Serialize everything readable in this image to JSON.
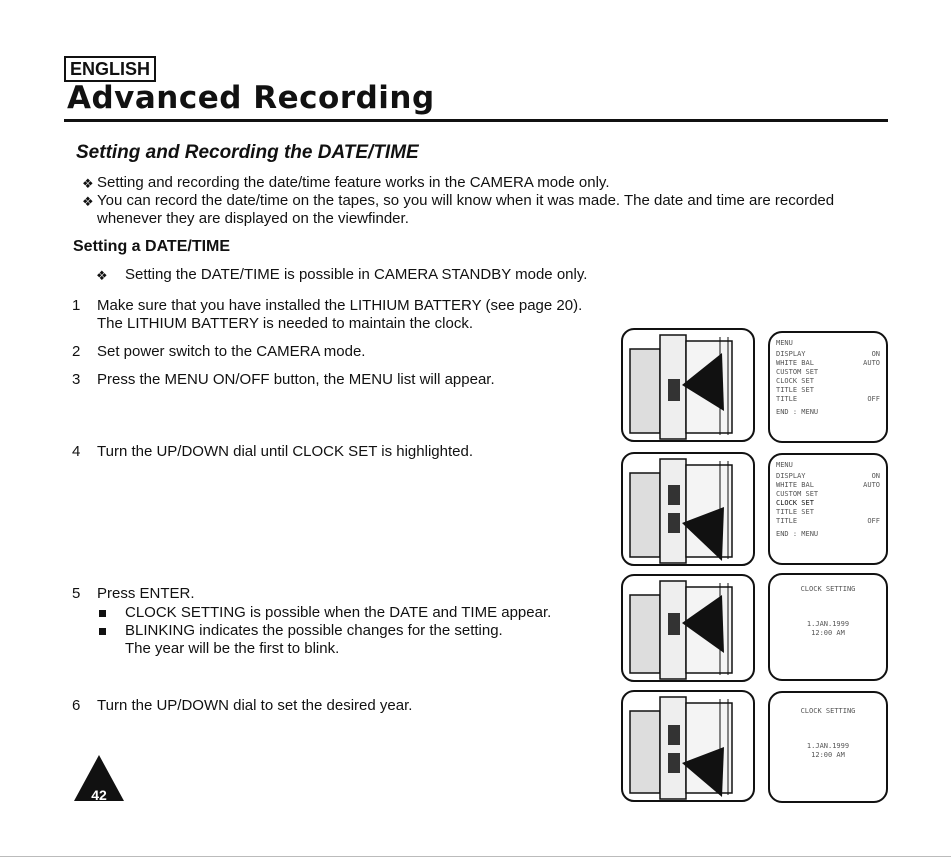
{
  "header": {
    "language": "ENGLISH",
    "title": "Advanced Recording"
  },
  "section_title": "Setting and Recording the DATE/TIME",
  "intro_bullets": [
    "Setting and recording the date/time feature works in the CAMERA mode only.",
    "You can record the date/time on the tapes, so you will know when it was made. The date and time are recorded",
    "whenever they are displayed on the viewfinder."
  ],
  "subheading": "Setting a DATE/TIME",
  "sub_bullet": "Setting the DATE/TIME is possible in CAMERA STANDBY mode only.",
  "steps": [
    {
      "num": "1",
      "lines": [
        "Make sure that you have installed the LITHIUM BATTERY (see page 20).",
        "The LITHIUM BATTERY is needed to maintain the clock."
      ]
    },
    {
      "num": "2",
      "lines": [
        "Set power switch to the CAMERA mode."
      ]
    },
    {
      "num": "3",
      "lines": [
        "Press the MENU ON/OFF button, the MENU list will appear."
      ]
    },
    {
      "num": "4",
      "lines": [
        "Turn the UP/DOWN dial until CLOCK SET is highlighted."
      ]
    },
    {
      "num": "5",
      "lines": [
        "Press ENTER."
      ]
    },
    {
      "num": "6",
      "lines": [
        "Turn the UP/DOWN dial to set the desired year."
      ]
    }
  ],
  "step5_bullets": [
    "CLOCK SETTING is possible when the DATE and TIME appear.",
    "BLINKING indicates the possible changes for the setting."
  ],
  "step5_note": "The year will be the first to blink.",
  "menu_screen": {
    "title": "MENU",
    "items": [
      {
        "label": "DISPLAY",
        "value": "ON"
      },
      {
        "label": "WHITE BAL",
        "value": "AUTO"
      },
      {
        "label": "CUSTOM SET",
        "value": ""
      },
      {
        "label": "CLOCK SET",
        "value": ""
      },
      {
        "label": "TITLE SET",
        "value": ""
      },
      {
        "label": "TITLE",
        "value": "OFF"
      }
    ],
    "footer": "END : MENU"
  },
  "clock_screens": [
    {
      "title": "CLOCK SETTING",
      "line1": "1.JAN.1999",
      "line2": "12:00 AM"
    },
    {
      "title": "CLOCK SETTING",
      "line1": "1.JAN.1999",
      "line2": "12:00 AM"
    }
  ],
  "page_number": "42"
}
